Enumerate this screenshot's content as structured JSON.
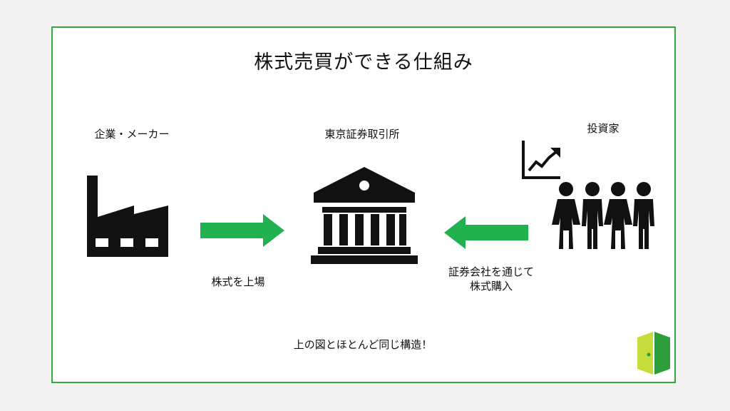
{
  "title": "株式売買ができる仕組み",
  "nodes": {
    "company": "企業・メーカー",
    "exchange": "東京証券取引所",
    "investors": "投資家"
  },
  "arrows": {
    "left_label": "株式を上場",
    "right_label_line1": "証券会社を通じて",
    "right_label_line2": "株式購入"
  },
  "footer_note": "上の図とほとんど同じ構造！",
  "colors": {
    "border": "#2faa3f",
    "arrow": "#21b14f",
    "icon": "#111111",
    "logo_light": "#c6dc3a",
    "logo_dark": "#2e9e3c"
  },
  "icons": [
    "factory-icon",
    "bank-building-icon",
    "chart-up-icon",
    "people-group-icon",
    "logo-icon"
  ]
}
